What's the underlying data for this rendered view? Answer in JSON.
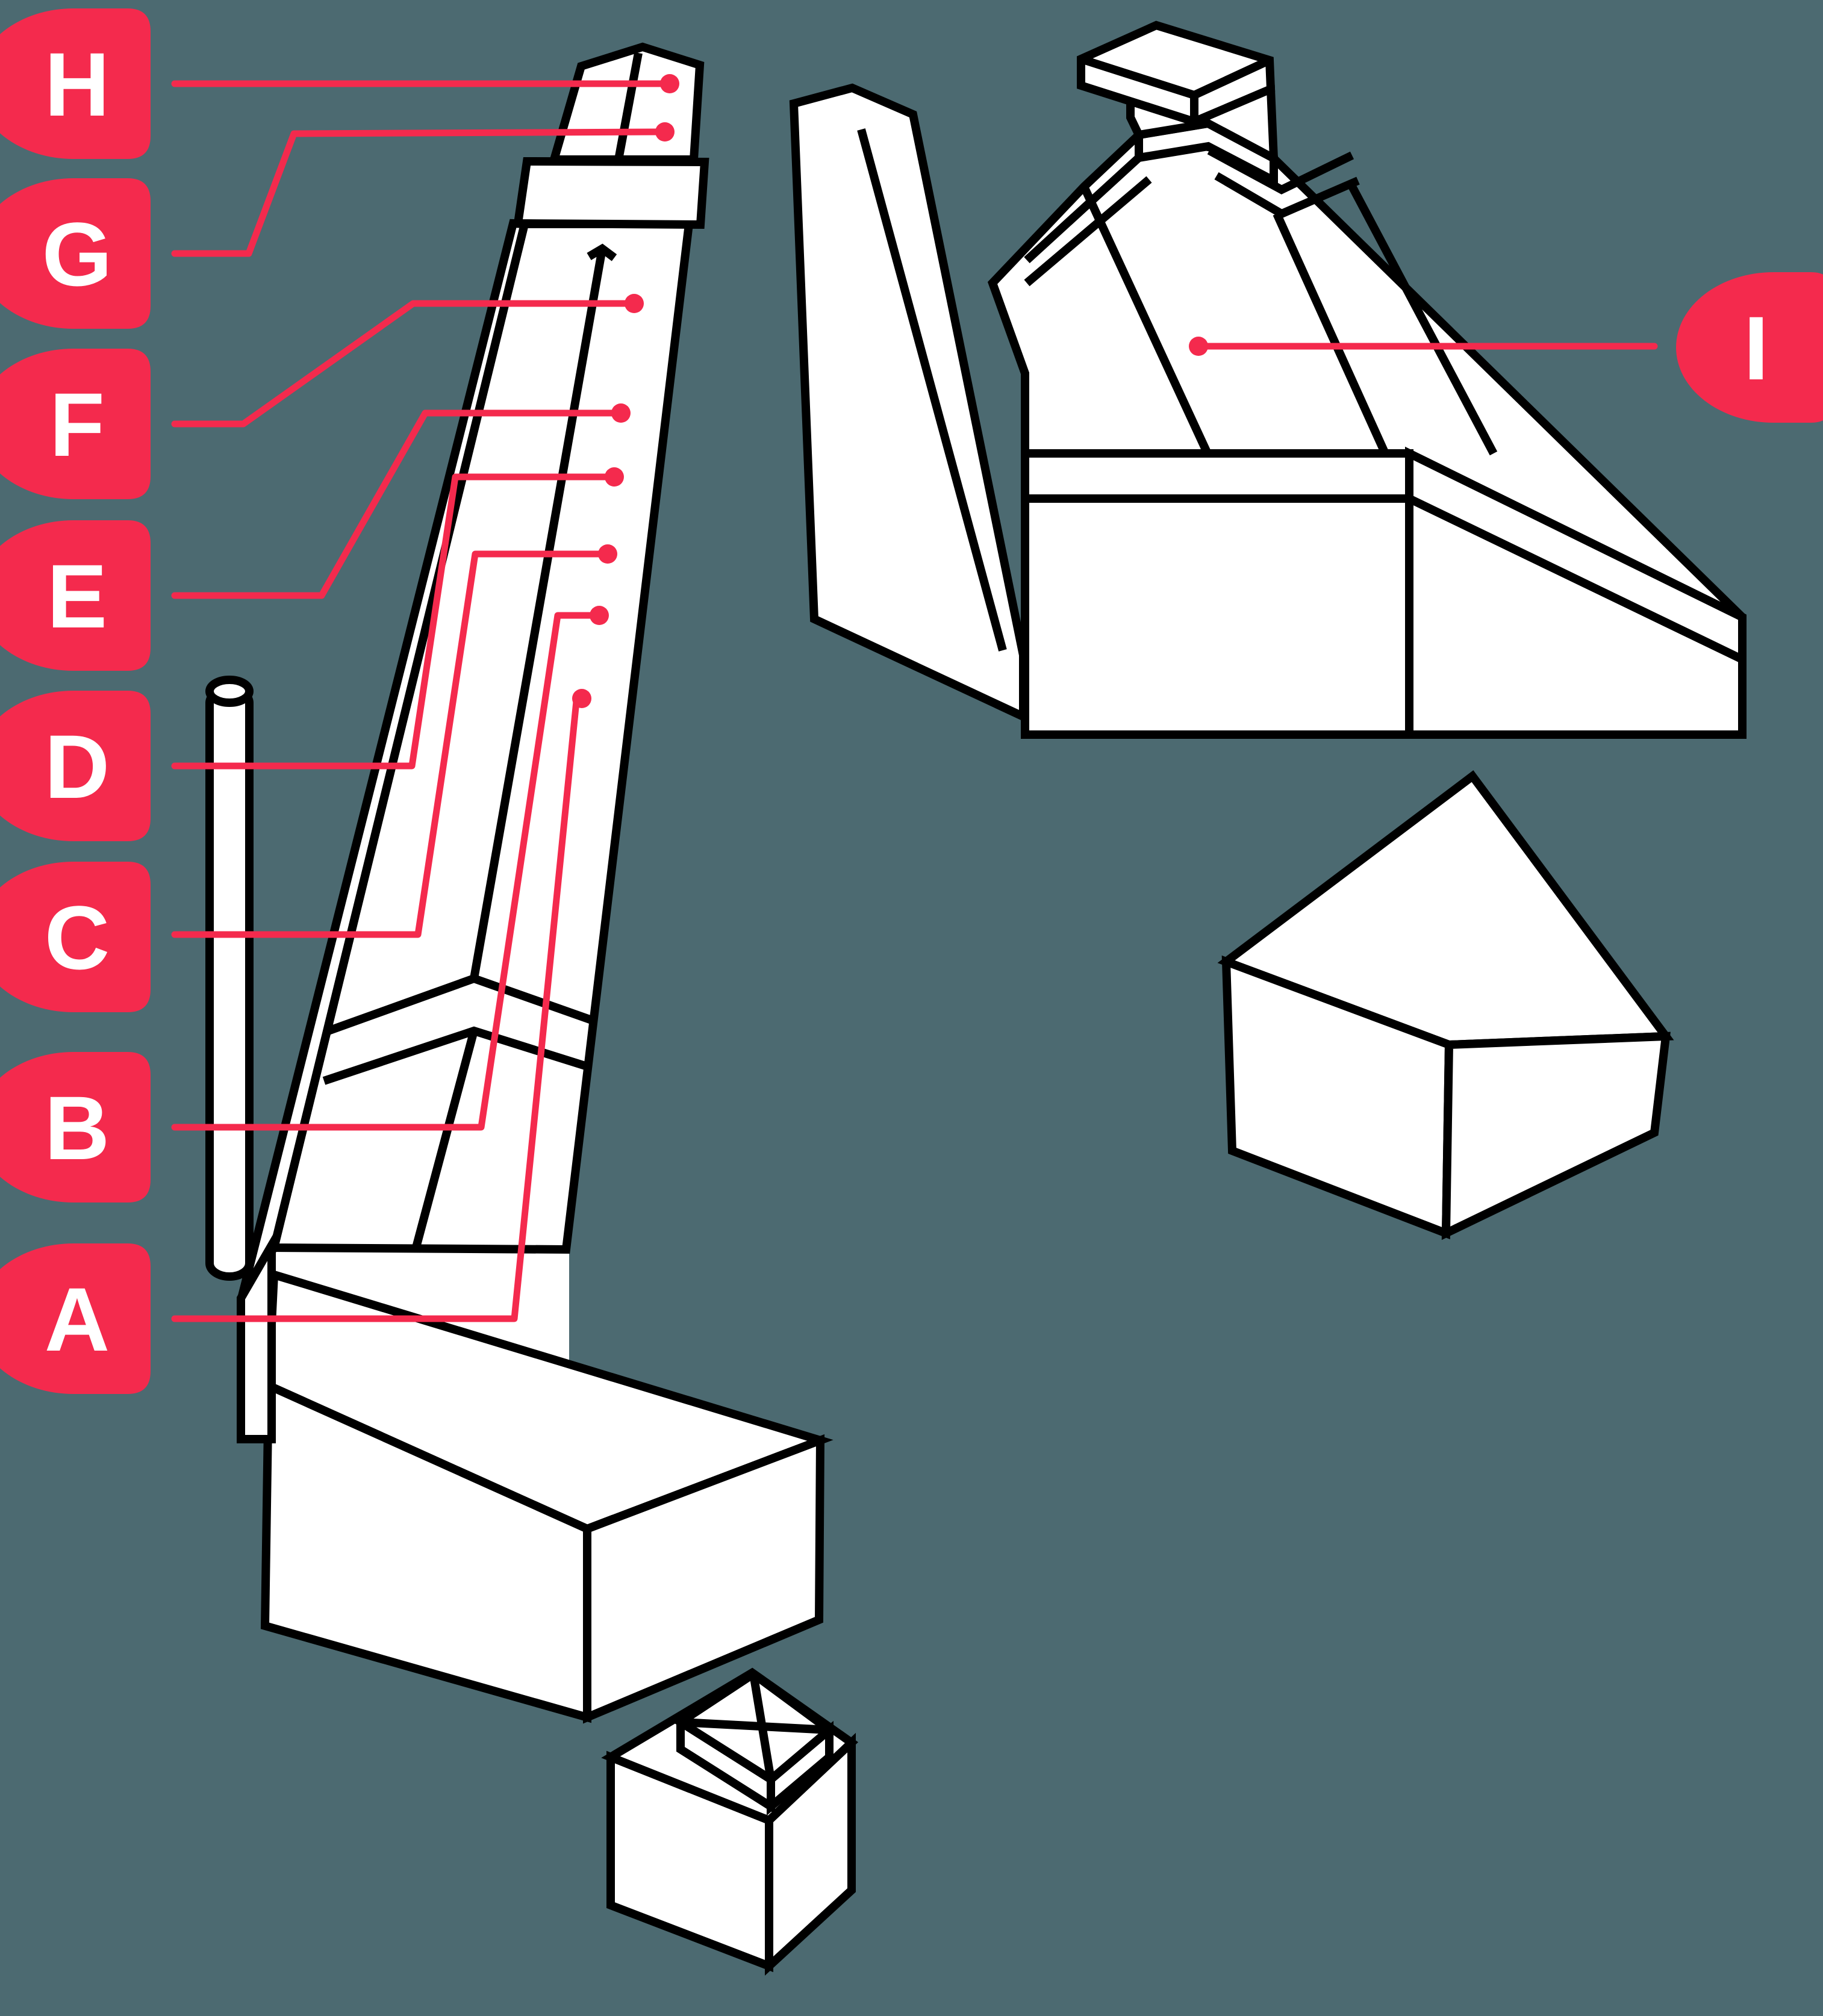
{
  "figure": {
    "type": "labeled-parts-diagram",
    "description": "Exploded line-art diagram of chimney parts on slate background with lettered hotspot labels"
  },
  "colors": {
    "background": "#4C6A71",
    "accent_red": "#F42A4D",
    "line_black": "#000000",
    "shape_fill": "#FFFFFF",
    "letter_color": "#FFFFFF"
  },
  "labels": [
    {
      "letter": "H",
      "side": "left"
    },
    {
      "letter": "G",
      "side": "left"
    },
    {
      "letter": "F",
      "side": "left"
    },
    {
      "letter": "E",
      "side": "left"
    },
    {
      "letter": "D",
      "side": "left"
    },
    {
      "letter": "C",
      "side": "left"
    },
    {
      "letter": "B",
      "side": "left"
    },
    {
      "letter": "A",
      "side": "left"
    },
    {
      "letter": "I",
      "side": "right"
    }
  ]
}
